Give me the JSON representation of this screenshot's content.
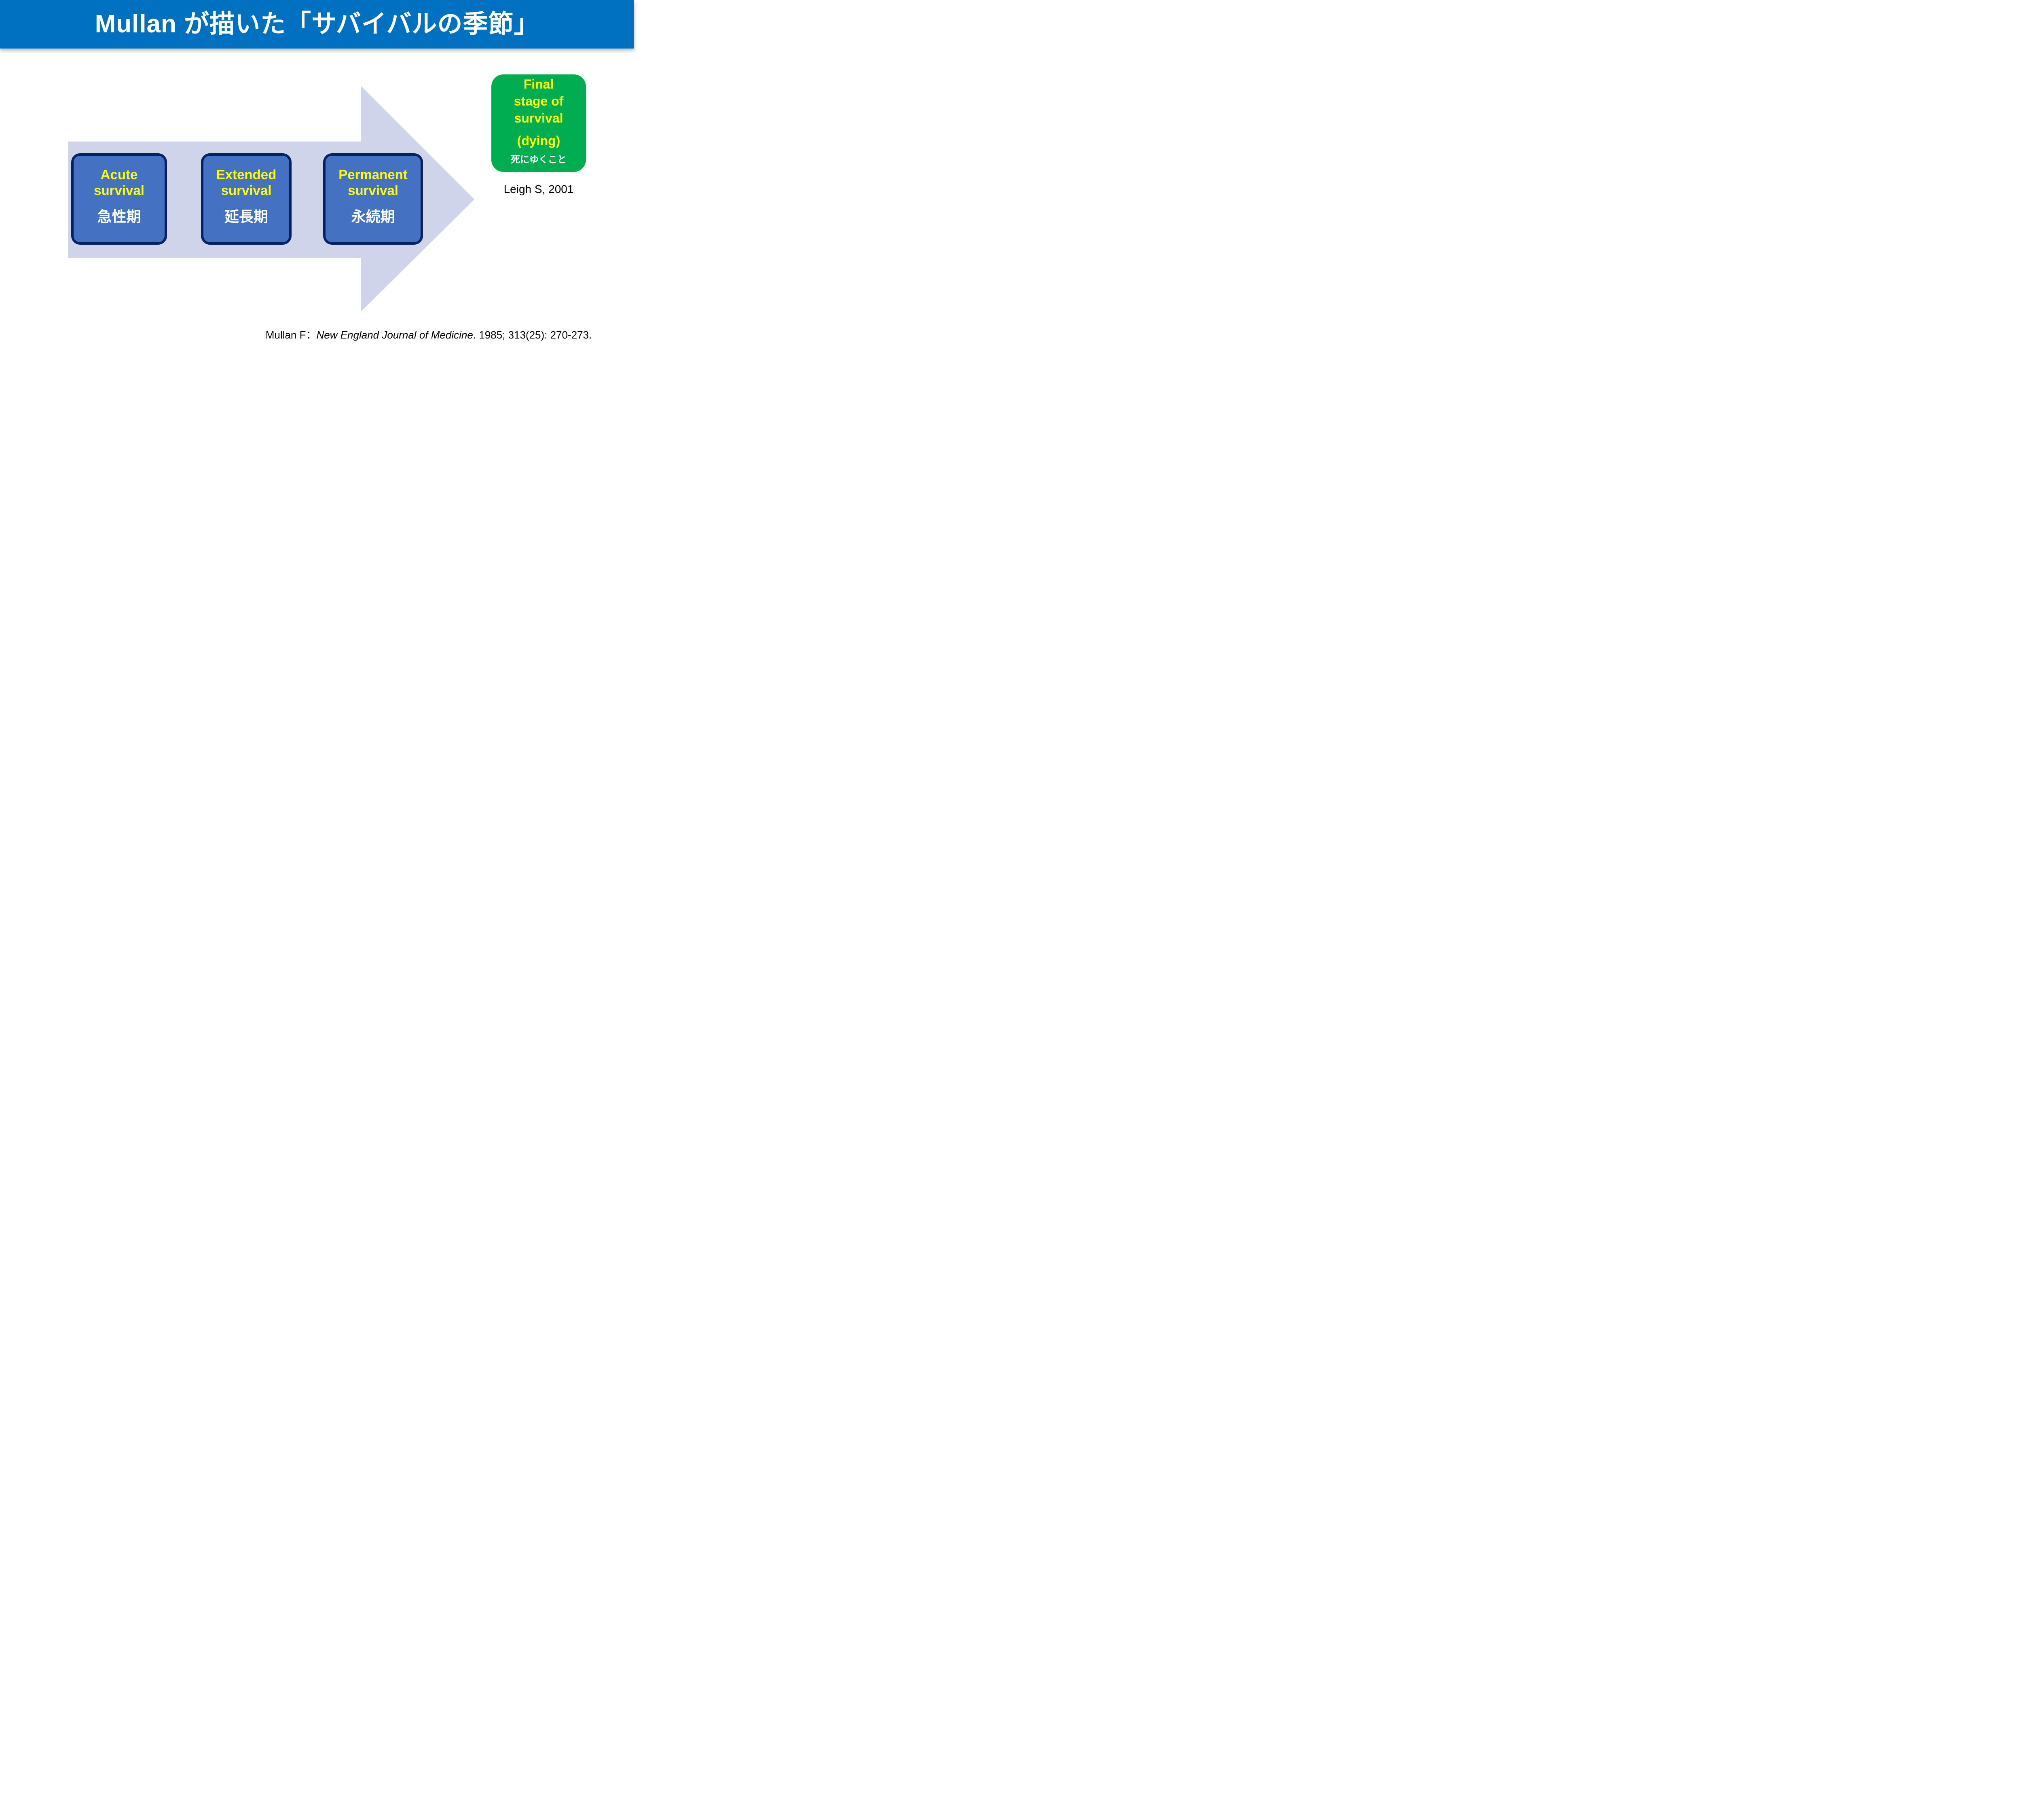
{
  "slide": {
    "title": "Mullan が描いた「サバイバルの季節」",
    "stages": [
      {
        "en": "Acute\nsurvival",
        "jp": "急性期"
      },
      {
        "en": "Extended\nsurvival",
        "jp": "延長期"
      },
      {
        "en": "Permanent\nsurvival",
        "jp": "永続期"
      }
    ],
    "final_stage": {
      "en": "Final\nstage of\nsurvival",
      "sub": "(dying)",
      "jp": "死にゆくこと"
    },
    "attribution": "Leigh S, 2001",
    "citation": {
      "prefix": "Mullan F：",
      "journal": "New England Journal of Medicine",
      "suffix": ". 1985; 313(25): 270-273."
    },
    "colors": {
      "header_blue": "#0070C0",
      "stage_box_fill": "#4471C2",
      "stage_box_border": "#05215F",
      "arrow_fill": "#CFD4EA",
      "final_box_green": "#00AD51",
      "accent_text_yellow": "#FFFF00",
      "jp_text_white": "#FFFFFF",
      "body_text_black": "#000000"
    }
  }
}
